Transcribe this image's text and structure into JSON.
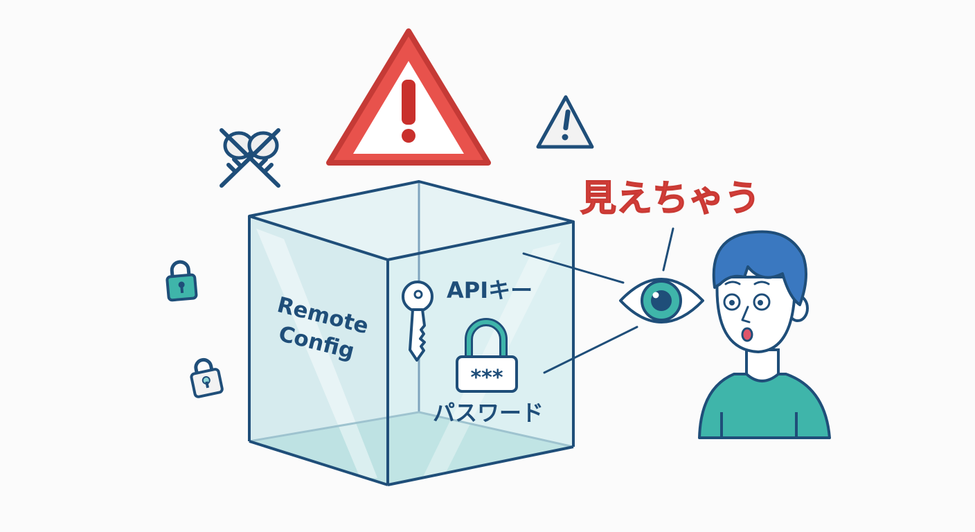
{
  "illustration": {
    "headline": "見えちゃう",
    "cube": {
      "label_line1": "Remote",
      "label_line2": "Config"
    },
    "secrets": {
      "api_key_label": "APIキー",
      "password_mask": "***",
      "password_label": "パスワード"
    }
  },
  "colors": {
    "warning_red": "#e04a44",
    "navy": "#1f4e79",
    "teal": "#3fb5aa",
    "hair_blue": "#3a78c0",
    "glass": "#d4ecef",
    "background": "#fbfbfb"
  }
}
